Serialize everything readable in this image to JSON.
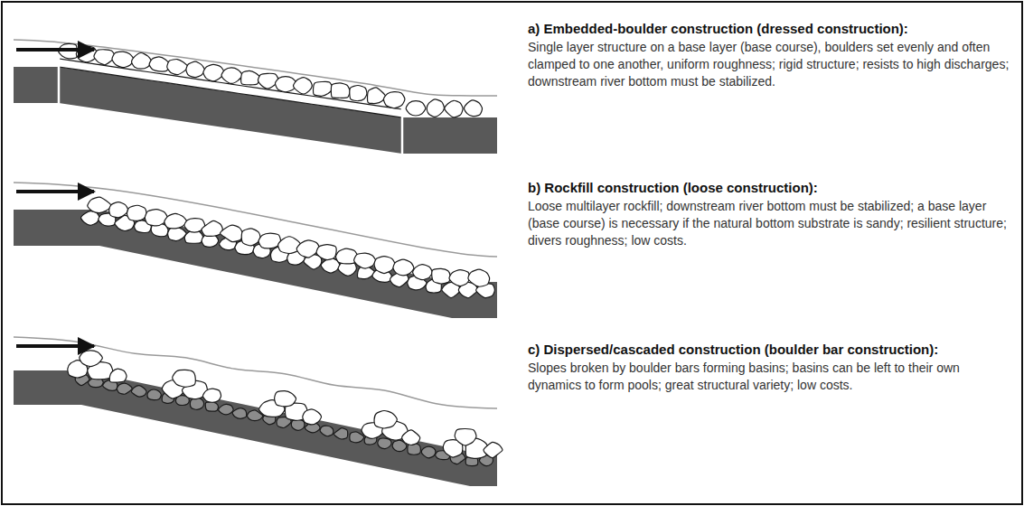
{
  "diagram": {
    "labels": [
      "a) Embedded-boulder construction (dressed construction):",
      "Single layer structure on a base layer (base course), boulders set evenly and often clamped to one another, uniform roughness; rigid structure; resists to high discharges; downstream river bottom must be stabilized.",
      "b) Rockfill construction (loose construction):",
      "Loose multilayer rockfill; downstream river bottom must be stabilized; a base layer (base course) is necessary if the natural bottom substrate is sandy; resilient structure; divers roughness; low costs.",
      "c) Dispersed/cascaded construction (boulder bar construction):",
      "Slopes broken by boulder bars forming basins; basins can be left to their own dynamics to form pools; great structural variety; low costs."
    ]
  }
}
